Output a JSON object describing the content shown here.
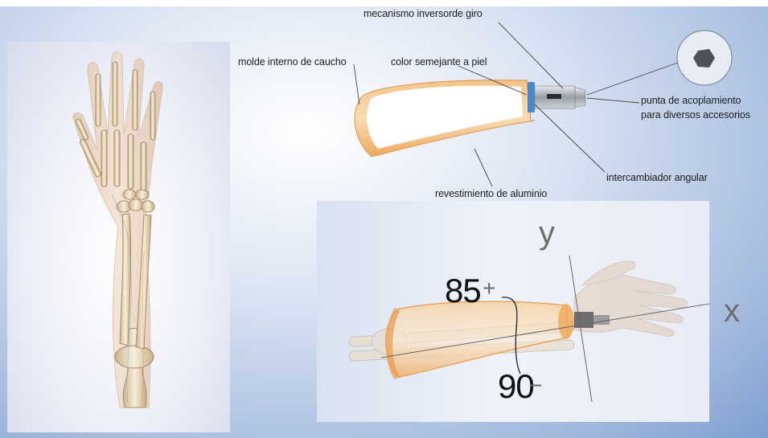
{
  "labels": {
    "mechanism": "mecanismo inversorde giro",
    "rubber_mold": "molde interno de caucho",
    "skin_color": "color semejante a piel",
    "tip_line1": "punta de acoplamiento",
    "tip_line2": "para diversos accesorios",
    "angular": "intercambiador angular",
    "aluminum": "revestimiento de aluminio"
  },
  "angles": {
    "upper_value": "85",
    "upper_sign": "+",
    "lower_value": "90",
    "lower_sign": "−"
  },
  "axes": {
    "y": "y",
    "x": "x"
  },
  "colors": {
    "background_edge": "#7f9fd0",
    "prosthesis_orange": "#f2b36c",
    "connector_blue": "#4a86c8",
    "bone": "#efe3c8",
    "skin": "#e8c8a6"
  }
}
